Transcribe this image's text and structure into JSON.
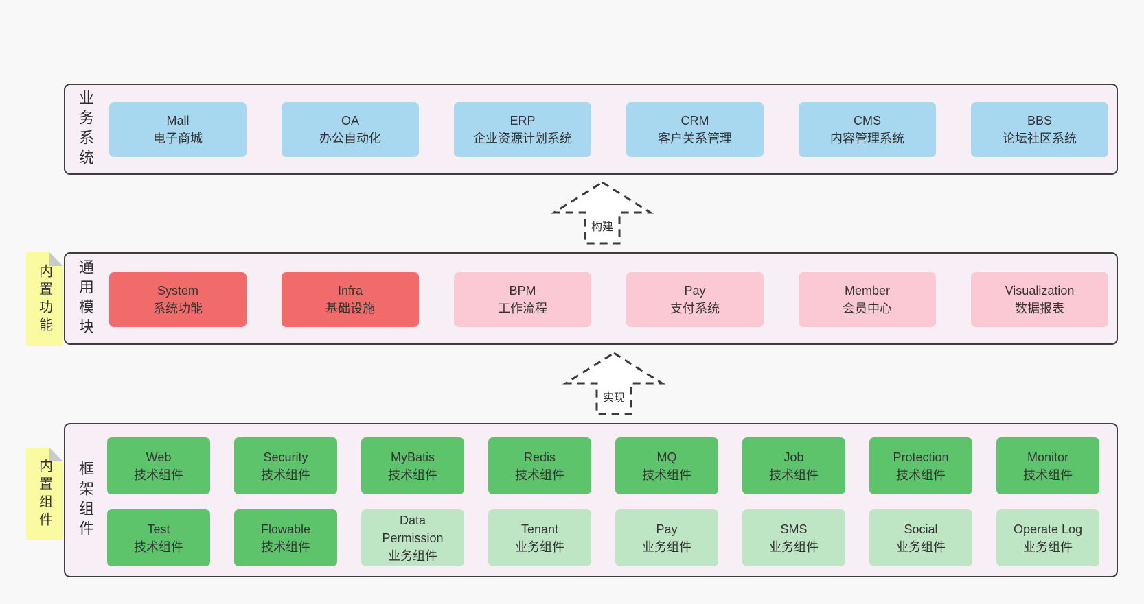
{
  "colors": {
    "page_background": "#f8f8f8",
    "layer_background": "#f8eef5",
    "layer_border": "#3d3d3d",
    "business_box": "#a8d7f0",
    "core_module_box": "#f26b6b",
    "optional_module_box": "#fbc9d3",
    "tech_component_box": "#5ec46c",
    "biz_component_box": "#bfe6c4",
    "sticky_note": "#fafaa1",
    "note_fold": "#c9cbc9",
    "text": "#333333"
  },
  "arrows": [
    {
      "label": "构建"
    },
    {
      "label": "实现"
    }
  ],
  "layers": [
    {
      "side_label": "业务系统",
      "boxes": [
        {
          "name": "Mall",
          "subtitle": "电子商城"
        },
        {
          "name": "OA",
          "subtitle": "办公自动化"
        },
        {
          "name": "ERP",
          "subtitle": "企业资源计划系统"
        },
        {
          "name": "CRM",
          "subtitle": "客户关系管理"
        },
        {
          "name": "CMS",
          "subtitle": "内容管理系统"
        },
        {
          "name": "BBS",
          "subtitle": "论坛社区系统"
        }
      ]
    },
    {
      "side_label": "通用模块",
      "note": "内置功能",
      "boxes": [
        {
          "name": "System",
          "subtitle": "系统功能"
        },
        {
          "name": "Infra",
          "subtitle": "基础设施"
        },
        {
          "name": "BPM",
          "subtitle": "工作流程"
        },
        {
          "name": "Pay",
          "subtitle": "支付系统"
        },
        {
          "name": "Member",
          "subtitle": "会员中心"
        },
        {
          "name": "Visualization",
          "subtitle": "数据报表"
        }
      ]
    },
    {
      "side_label": "框架组件",
      "note": "内置组件",
      "row1": [
        {
          "name": "Web",
          "subtitle": "技术组件"
        },
        {
          "name": "Security",
          "subtitle": "技术组件"
        },
        {
          "name": "MyBatis",
          "subtitle": "技术组件"
        },
        {
          "name": "Redis",
          "subtitle": "技术组件"
        },
        {
          "name": "MQ",
          "subtitle": "技术组件"
        },
        {
          "name": "Job",
          "subtitle": "技术组件"
        },
        {
          "name": "Protection",
          "subtitle": "技术组件"
        },
        {
          "name": "Monitor",
          "subtitle": "技术组件"
        }
      ],
      "row2": [
        {
          "name": "Test",
          "subtitle": "技术组件"
        },
        {
          "name": "Flowable",
          "subtitle": "技术组件"
        },
        {
          "name": "Data Permission",
          "subtitle": "业务组件"
        },
        {
          "name": "Tenant",
          "subtitle": "业务组件"
        },
        {
          "name": "Pay",
          "subtitle": "业务组件"
        },
        {
          "name": "SMS",
          "subtitle": "业务组件"
        },
        {
          "name": "Social",
          "subtitle": "业务组件"
        },
        {
          "name": "Operate Log",
          "subtitle": "业务组件"
        }
      ]
    }
  ]
}
